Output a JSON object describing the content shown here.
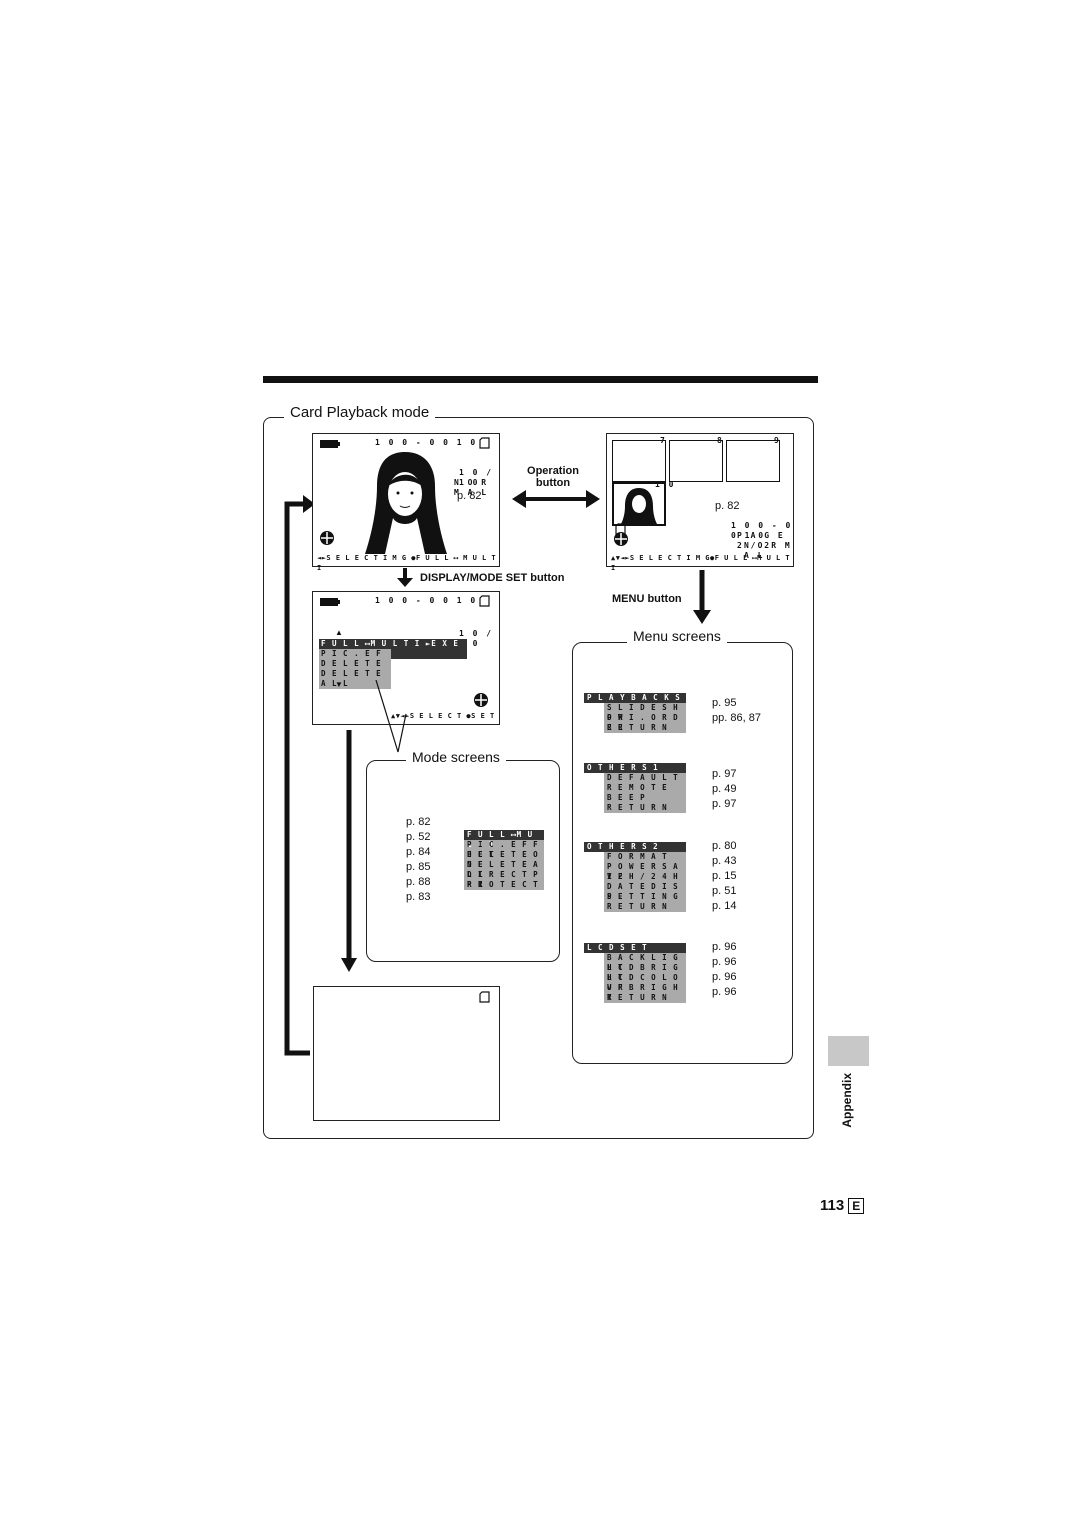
{
  "section_title": "Card Playback mode",
  "screen_full": {
    "file_no": "1 0 0 - 0 0 1 0",
    "count": "1 0 / 1 0",
    "quality": "N O R M A L",
    "page_ref": "p. 82",
    "footer": "◄►S E L E C T  I M G  ●F U L L ⟷ M U L T I"
  },
  "operation_label": "Operation button",
  "screen_multi": {
    "thumb_numbers": [
      "7",
      "8",
      "9"
    ],
    "current_number": "1 0",
    "page_ref": "p. 82",
    "file_no": "1 0 0 - 0 0 1 0",
    "page": "P A G E 2 / 2",
    "quality": "N O R M A L",
    "footer": "▲▼◄►S E L E C T  I M G●F U L L ⟷M U L T I"
  },
  "display_mode_label": "DISPLAY/MODE SET button",
  "menu_button_label": "MENU button",
  "screen_mode": {
    "file_no": "1 0 0 - 0 0 1 0",
    "count": "1 0 / 1 0",
    "items": [
      "F U L L ⟷M U L T I ►E X E C U T E",
      "P I C . E F F E C T",
      "D E L E T E  O N E",
      "D E L E T E  A L L"
    ],
    "footer": "▲▼◄►S E L E C T  ●S E T"
  },
  "mode_screens": {
    "title": "Mode screens",
    "items": [
      "F U L L ⟷M U L T I",
      "P I C . E F F E C T",
      "D E L E T E  O N E",
      "D E L E T E  A L L",
      "D I R E C T  P R I",
      "P R O T E C T"
    ],
    "refs": [
      "p. 82",
      "p. 52",
      "p. 84",
      "p. 85",
      "p. 88",
      "p. 83"
    ]
  },
  "menu_screens": {
    "title": "Menu screens",
    "groups": [
      {
        "header": "P L A Y B A C K  S E T",
        "items": [
          "S L I D E  S H O W",
          "P R I . O R D E R",
          "R E T U R N"
        ],
        "refs": [
          "p. 95",
          "pp. 86, 87"
        ]
      },
      {
        "header": "O T H E R S  1",
        "items": [
          "D E F A U L T",
          "R E M O T E",
          "B E E P",
          "R E T U R N"
        ],
        "refs": [
          "p. 97",
          "p. 49",
          "p. 97"
        ]
      },
      {
        "header": "O T H E R S  2",
        "items": [
          "F O R M A T",
          "P O W E R  S A V E",
          "1 2 H / 2 4 H",
          "D A T E  D I S P .",
          "S E T T I N G",
          "R E T U R N"
        ],
        "refs": [
          "p. 80",
          "p. 43",
          "p. 15",
          "p. 51",
          "p. 14"
        ]
      },
      {
        "header": "L C D  S E T",
        "items": [
          "B A C K L I G H T",
          "L C D  B R I G H T",
          "L C D  C O L O U R",
          "V F  B R I G H T",
          "R E T U R N"
        ],
        "refs": [
          "p. 96",
          "p. 96",
          "p. 96",
          "p. 96"
        ]
      }
    ]
  },
  "side_tab": "Appendix",
  "page_number": "113",
  "language": "E"
}
